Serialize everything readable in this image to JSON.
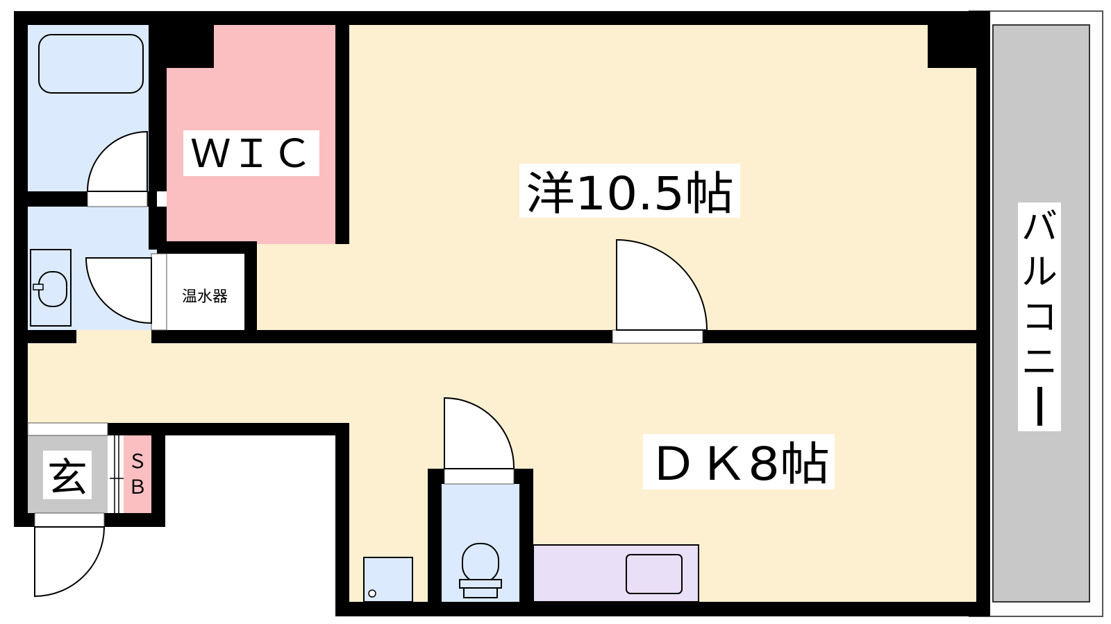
{
  "floorplan": {
    "rooms": {
      "wic": "ＷＩＣ",
      "western": "洋10.5帖",
      "dk": "ＤＫ8帖",
      "balcony": [
        "バ",
        "ル",
        "コ",
        "ニ",
        "ー"
      ],
      "water_heater": "温水器",
      "entrance": "玄",
      "shoe_box": [
        "Ｓ",
        "Ｂ"
      ]
    },
    "colors": {
      "living": "#fdf0d0",
      "wet_area": "#dbeafc",
      "closet": "#fbbfc2",
      "kitchen": "#e9dff6",
      "balcony": "#c8c8c8",
      "entrance": "#c8c8c8",
      "wall": "#000000"
    }
  }
}
